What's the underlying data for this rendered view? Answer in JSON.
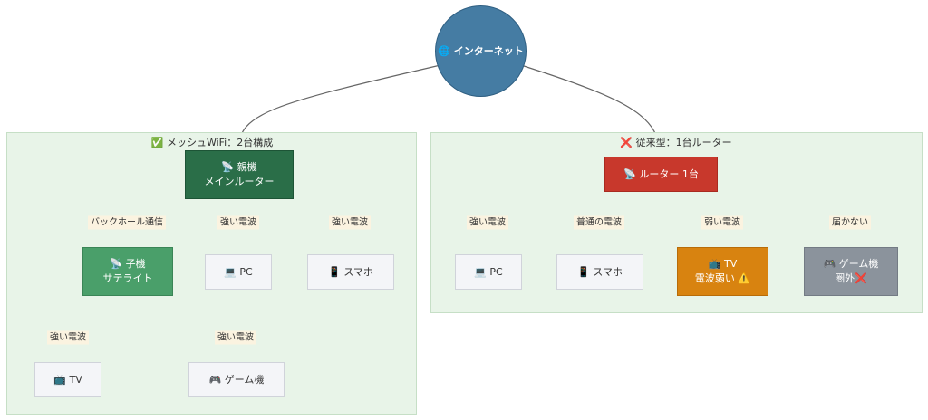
{
  "diagram": {
    "top": {
      "label": "🌐 インターネット"
    },
    "mesh": {
      "title": "✅ メッシュWiFi：2台構成",
      "parent": {
        "line1": "📡 親機",
        "line2": "メインルーター"
      },
      "child": {
        "line1": "📡 子機",
        "line2": "サテライト"
      },
      "pc": {
        "label": "💻 PC"
      },
      "phone": {
        "label": "📱 スマホ"
      },
      "tv": {
        "label": "📺 TV"
      },
      "game": {
        "label": "🎮 ゲーム機"
      },
      "edges": {
        "backhaul": "バックホール通信",
        "pc": "強い電波",
        "phone": "強い電波",
        "tv": "強い電波",
        "game": "強い電波"
      }
    },
    "legacy": {
      "title": "❌ 従来型：1台ルーター",
      "router": {
        "label": "📡 ルーター 1台"
      },
      "pc": {
        "label": "💻 PC"
      },
      "phone": {
        "label": "📱 スマホ"
      },
      "tv": {
        "line1": "📺 TV",
        "line2": "電波弱い ⚠️"
      },
      "game": {
        "line1": "🎮 ゲーム機",
        "line2": "圏外❌"
      },
      "edges": {
        "pc": "強い電波",
        "phone": "普通の電波",
        "tv": "弱い電波",
        "game": "届かない"
      }
    },
    "colors": {
      "edge": "#666666",
      "group_bg": "#e8f4e8",
      "internet": "#457ca3",
      "parent": "#2a6e48",
      "child": "#4a9f6a",
      "router": "#c8382c",
      "weak": "#d88310",
      "none": "#8b939c"
    }
  }
}
